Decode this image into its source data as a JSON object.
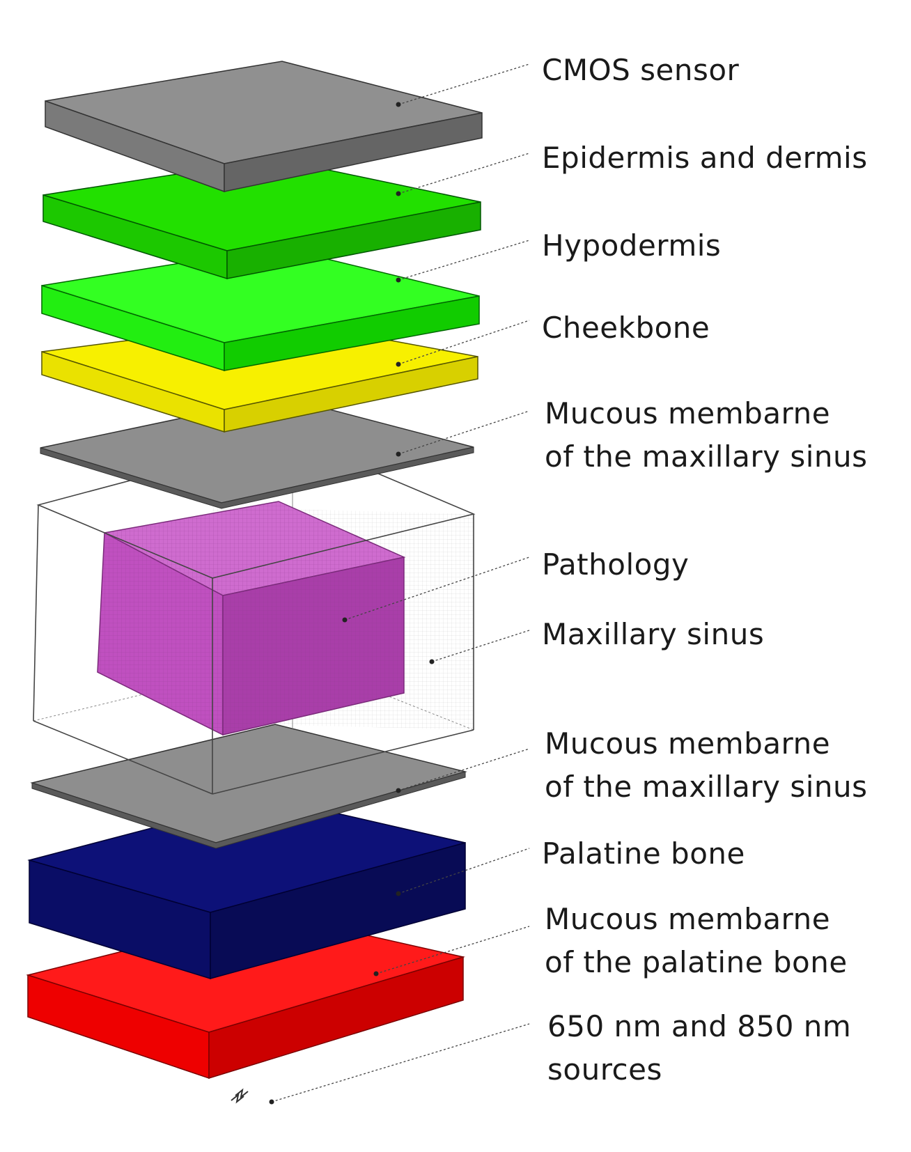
{
  "colors": {
    "gray": "#8c8c8c",
    "green_dark": "#22dd00",
    "green_light": "#33ff11",
    "yellow": "#f5ee00",
    "pink": "#c85ec8",
    "navy": "#0b0f6e",
    "red": "#ff0000",
    "outline": "#333333",
    "text": "#1a1a1a"
  },
  "labels": {
    "cmos": "CMOS sensor",
    "epidermis": "Epidermis and dermis",
    "hypodermis": "Hypodermis",
    "cheekbone": "Cheekbone",
    "mucous_sinus_top_1": "Mucous membarne",
    "mucous_sinus_top_2": "of the maxillary sinus",
    "pathology": "Pathology",
    "maxillary_sinus": "Maxillary sinus",
    "mucous_sinus_bottom_1": "Mucous membarne",
    "mucous_sinus_bottom_2": "of the maxillary sinus",
    "palatine_bone": "Palatine bone",
    "mucous_palatine_1": "Mucous membarne",
    "mucous_palatine_2": "of the palatine bone",
    "sources_1": "650 nm and 850 nm",
    "sources_2": "sources"
  }
}
